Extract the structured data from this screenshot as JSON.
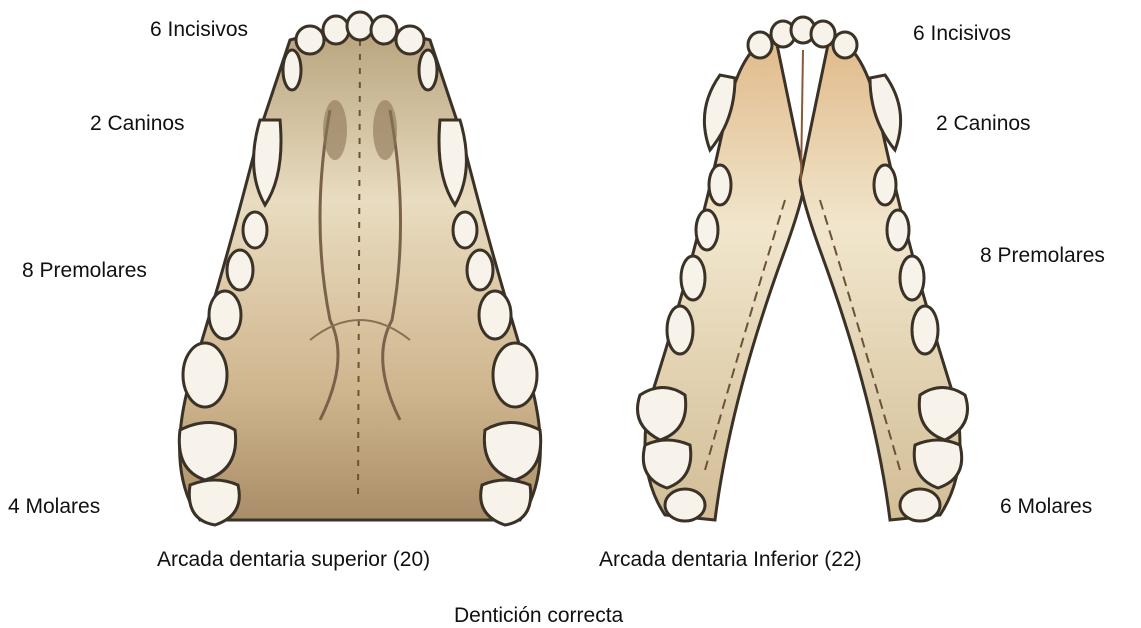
{
  "upper_arch": {
    "labels": {
      "incisors": "6 Incisivos",
      "canines": "2 Caninos",
      "premolars": "8 Premolares",
      "molars": "4 Molares"
    },
    "caption": "Arcada dentaria superior (20)"
  },
  "lower_arch": {
    "labels": {
      "incisors": "6 Incisivos",
      "canines": "2 Caninos",
      "premolars": "8 Premolares",
      "molars": "6 Molares"
    },
    "caption": "Arcada dentaria Inferior (22)"
  },
  "figure_caption": "Dentición correcta",
  "colors": {
    "palate_light": "#f3e8cf",
    "palate_mid": "#d9c29a",
    "palate_dark": "#9a7f5f",
    "tooth_fill": "#f7f3ea",
    "outline": "#3b3227"
  }
}
